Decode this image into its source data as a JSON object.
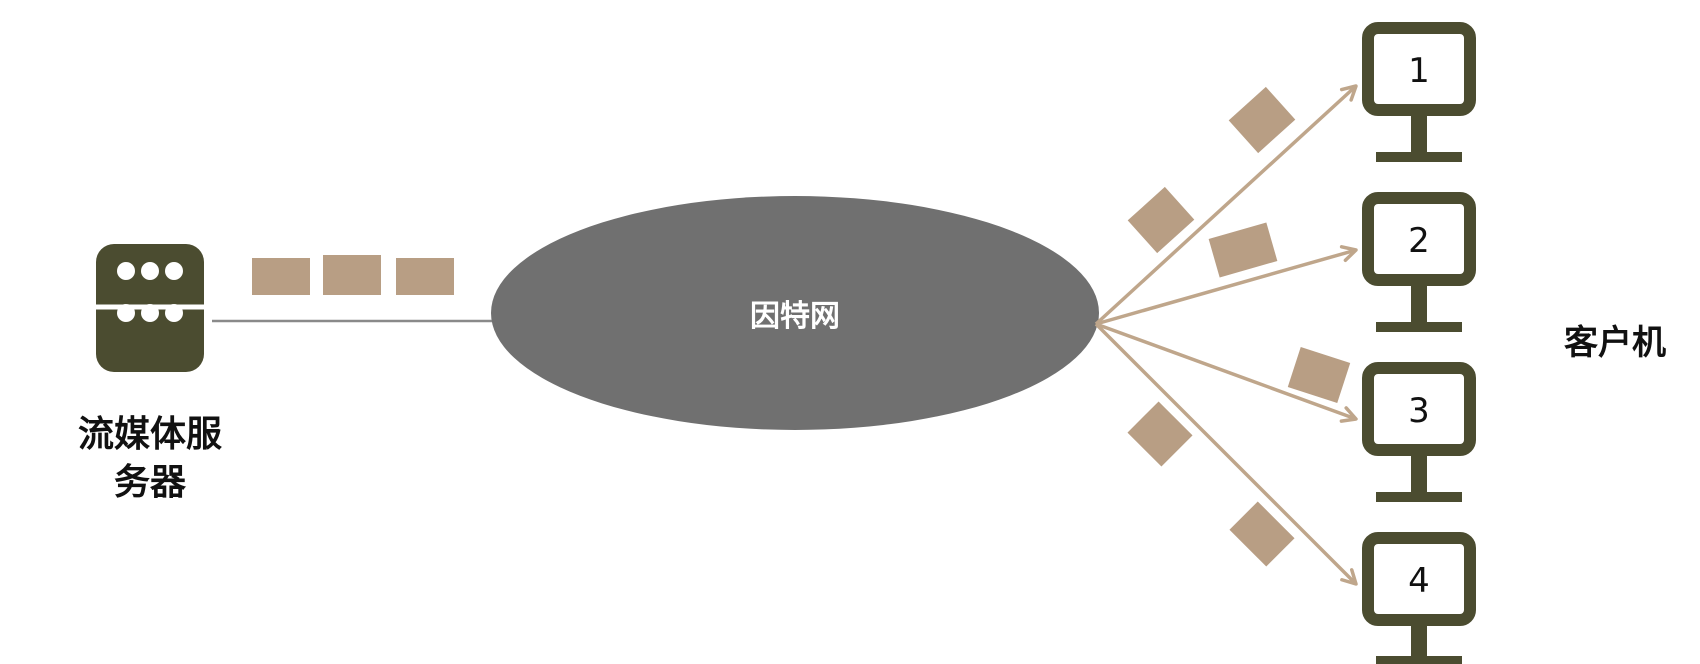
{
  "diagram": {
    "server": {
      "label_line1": "流媒体服",
      "label_line2": "务器"
    },
    "network": {
      "label": "因特网"
    },
    "clients": {
      "label": "客户机",
      "items": [
        {
          "number": "1"
        },
        {
          "number": "2"
        },
        {
          "number": "3"
        },
        {
          "number": "4"
        }
      ]
    }
  },
  "colors": {
    "server_body": "#4b4c30",
    "monitor": "#4b4c30",
    "network_fill": "#707070",
    "packet": "#b89e84",
    "arrow": "#bfa68b",
    "link_line": "#8a8a8a",
    "text": "#111111",
    "network_text": "#ffffff"
  },
  "icons": {
    "server": "server-icon",
    "client": "monitor-icon"
  }
}
